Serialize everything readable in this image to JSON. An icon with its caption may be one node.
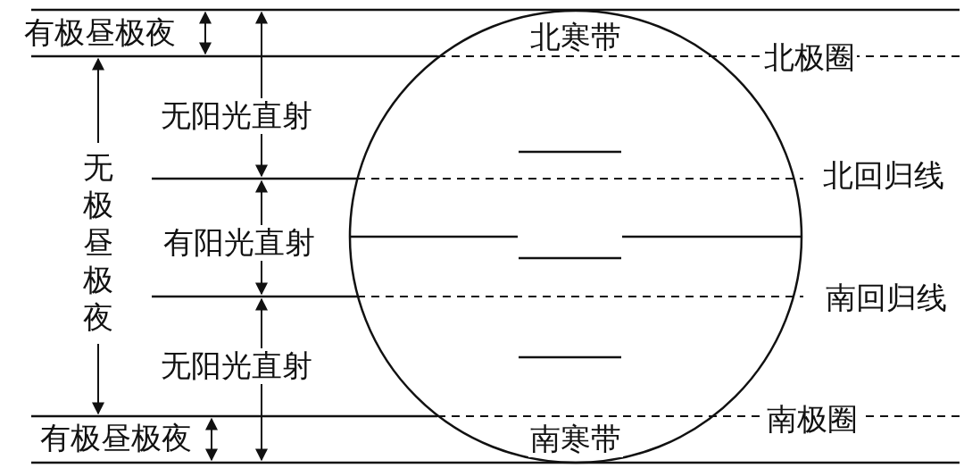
{
  "diagram": {
    "labels": [
      "有极昼极夜",
      "无阳光直射",
      "无极昼极夜",
      "有阳光直射",
      "无阳光直射",
      "有极昼极夜",
      "北寒带",
      "北极圈",
      "北回归线",
      "南回归线",
      "南极圈",
      "南寒带"
    ]
  }
}
